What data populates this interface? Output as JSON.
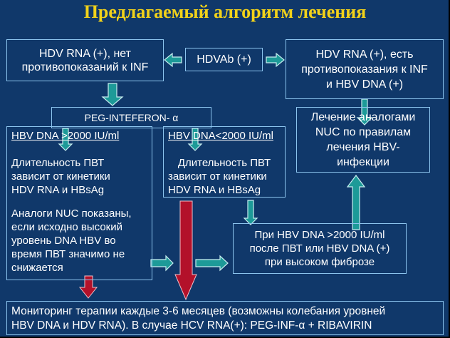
{
  "title": "Предлагаемый алгоритм лечения",
  "hdvab": "HDVAb (+)",
  "no_contra": [
    "HDV RNA (+), нет",
    "противопоказаний к INF"
  ],
  "contra": [
    "HDV RNA (+), есть",
    "противопоказания к INF",
    "и  HBV DNA (+)"
  ],
  "peg": "PEG-INTEFERON- α",
  "high": {
    "heading": "HBV DNA >2000 IU/ml",
    "p1": [
      "Длительность ПВТ",
      "зависит от кинетики",
      "HDV RNA и HBsAg"
    ],
    "p2": [
      "Аналоги NUC показаны,",
      "если исходно высокий",
      "уровень DNA HBV во",
      "время ПВТ значимо не",
      "снижается"
    ]
  },
  "low": {
    "heading": "HBV DNA<2000 IU/ml",
    "p1": [
      "Длительность ПВТ",
      "зависит от кинетики",
      "HDV RNA и HBsAg"
    ]
  },
  "nuc": [
    "Лечение аналогами",
    "NUC по правилам",
    "лечения HBV-",
    "инфекции"
  ],
  "post": [
    "При HBV DNA >2000 IU/ml",
    "после ПВТ или HBV DNA (+)",
    "при высоком фиброзе"
  ],
  "monitor": [
    "Мониторинг терапии каждые 3-6 месяцев (возможны колебания уровней",
    "HBV DNA и HDV RNA).  В случае HCV RNA(+):  PEG-INF-α + RIBAVIRIN"
  ],
  "colors": {
    "background": "#10386a",
    "title": "#f2d21a",
    "border": "#8cc4ee",
    "teal": "#1d9a98",
    "red": "#b3112a"
  }
}
